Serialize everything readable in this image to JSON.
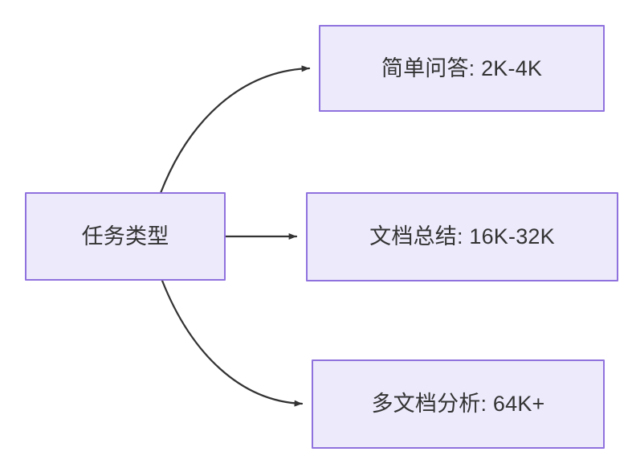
{
  "diagram": {
    "type": "flowchart",
    "direction": "left-to-right",
    "background_color": "#FFFFFF",
    "node_fill_color": "#ECEAFB",
    "node_border_color": "#9072DE",
    "node_text_color": "#333333",
    "edge_color": "#333333",
    "root": {
      "label": "任务类型"
    },
    "branches": [
      {
        "label": "简单问答: 2K-4K",
        "task": "简单问答",
        "context_length": "2K-4K",
        "edge_style": "curved"
      },
      {
        "label": "文档总结: 16K-32K",
        "task": "文档总结",
        "context_length": "16K-32K",
        "edge_style": "straight"
      },
      {
        "label": "多文档分析: 64K+",
        "task": "多文档分析",
        "context_length": "64K+",
        "edge_style": "curved"
      }
    ]
  }
}
